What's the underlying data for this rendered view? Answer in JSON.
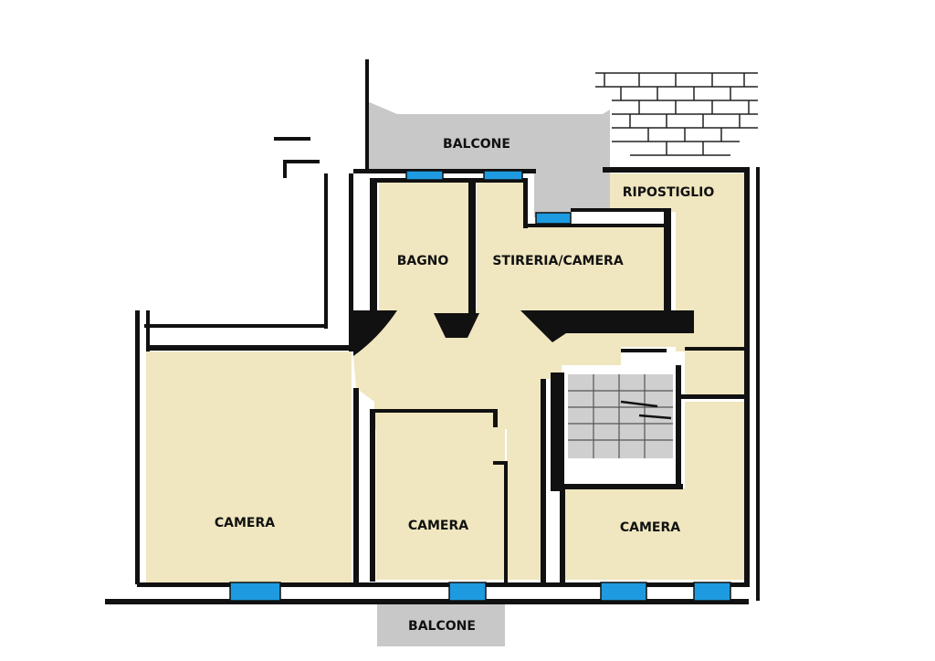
{
  "floor_plan": {
    "rooms": {
      "balcone_top": "BALCONE",
      "bagno": "BAGNO",
      "stireria": "STIRERIA/CAMERA",
      "ripostiglio": "RIPOSTIGLIO",
      "camera_left": "CAMERA",
      "camera_middle": "CAMERA",
      "camera_right": "CAMERA",
      "balcone_bottom": "BALCONE"
    }
  }
}
